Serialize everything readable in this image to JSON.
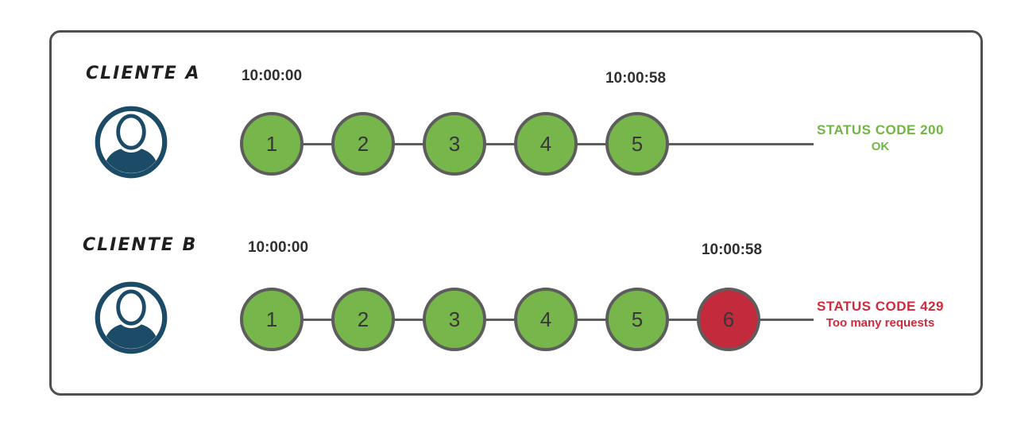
{
  "diagram_title": "rate-limit-comparison",
  "colors": {
    "request_ok": "#77b64a",
    "request_blocked": "#c32b3c",
    "status_ok": "#71b544",
    "status_blocked": "#ce2b3c",
    "avatar": "#1b4b66",
    "connector": "#5d5d5d",
    "frame_border": "#4f4f4f"
  },
  "rows": [
    {
      "client_label": "CLIENTE A",
      "start_time": "10:00:00",
      "end_time": "10:00:58",
      "avatar_icon": "user-avatar-icon",
      "requests": [
        {
          "label": "1",
          "state": "ok"
        },
        {
          "label": "2",
          "state": "ok"
        },
        {
          "label": "3",
          "state": "ok"
        },
        {
          "label": "4",
          "state": "ok"
        },
        {
          "label": "5",
          "state": "ok"
        }
      ],
      "status": {
        "line1": "STATUS CODE 200",
        "line2": "OK",
        "kind": "ok"
      }
    },
    {
      "client_label": "CLIENTE B",
      "start_time": "10:00:00",
      "end_time": "10:00:58",
      "avatar_icon": "user-avatar-icon",
      "requests": [
        {
          "label": "1",
          "state": "ok"
        },
        {
          "label": "2",
          "state": "ok"
        },
        {
          "label": "3",
          "state": "ok"
        },
        {
          "label": "4",
          "state": "ok"
        },
        {
          "label": "5",
          "state": "ok"
        },
        {
          "label": "6",
          "state": "blocked"
        }
      ],
      "status": {
        "line1": "STATUS CODE 429",
        "line2": "Too many requests",
        "kind": "blocked"
      }
    }
  ]
}
